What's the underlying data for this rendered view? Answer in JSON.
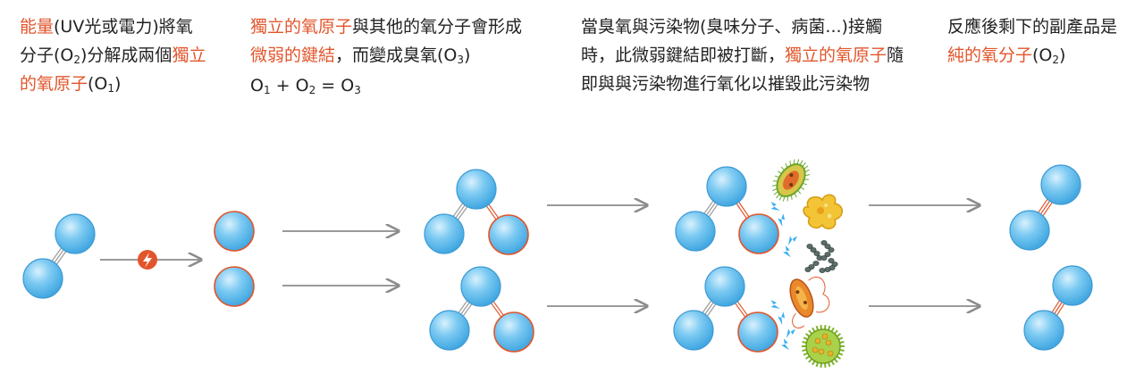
{
  "colors": {
    "highlight": "#e2552b",
    "atom_fill": "#6ec3f0",
    "atom_highlight": "#cbeafb",
    "atom_stroke_blue": "#3f9bd4",
    "atom_stroke_red": "#e2552b",
    "arrow": "#8c8c8c",
    "bond": "#9a9a9a",
    "bond_red": "#e2552b",
    "lightning": "#39aef0"
  },
  "captions": {
    "step1": {
      "t1": "能量",
      "t2": "(UV光或電力)將氧分子(O",
      "t2_sub": "2",
      "t3": ")分解成兩個",
      "t4": "獨立的氧原子",
      "t5": "(O",
      "t5_sub": "1",
      "t6": ")"
    },
    "step2": {
      "t1": "獨立的氧原子",
      "t2": "與其他的氧分子會形成",
      "t3": "微弱的鍵結",
      "t4": "，而變成臭氧(O",
      "t4_sub": "3",
      "t5": ")",
      "eq_a": "O",
      "eq_a_sub": "1",
      "eq_b": " + O",
      "eq_b_sub": "2",
      "eq_c": " = O",
      "eq_c_sub": "3"
    },
    "step3": {
      "t1": "當臭氧與污染物(臭味分子、病菌...)接觸時，此微弱鍵結即被打斷，",
      "t2": "獨立的氧原子",
      "t3": "隨即與與污染物進行氧化以摧毀此污染物"
    },
    "step4": {
      "t1": "反應後剩下的副產品是",
      "t2": "純的氧分子",
      "t3": "(O",
      "t3_sub": "2",
      "t4": ")"
    }
  },
  "icons": {
    "energy": "lightning-bolt-icon",
    "spark": "lightning-spark-icon",
    "pollutants": [
      "green-bacterium-icon",
      "yellow-amoeba-icon",
      "chain-bacteria-icon",
      "orange-bacterium-icon",
      "green-virus-icon"
    ]
  }
}
